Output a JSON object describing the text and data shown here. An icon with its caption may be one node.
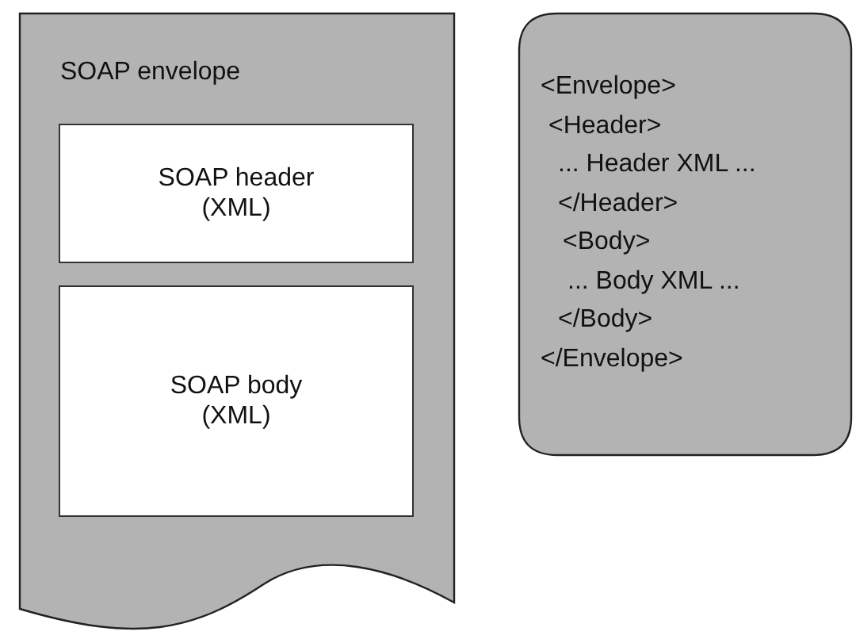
{
  "diagram": {
    "nodes": [
      {
        "text": [
          "SOAP envelope"
        ]
      },
      {
        "text": [
          "SOAP header (XML)"
        ],
        "in": 0
      },
      {
        "text": [
          "SOAP body (XML)"
        ],
        "in": 0
      },
      {
        "text": [
          "<Envelope>",
          "<Header>",
          "... Header XML ...",
          "</Header>",
          "<Body>",
          "... Body XML ...",
          "</Body>",
          "</Envelope>"
        ]
      }
    ]
  }
}
